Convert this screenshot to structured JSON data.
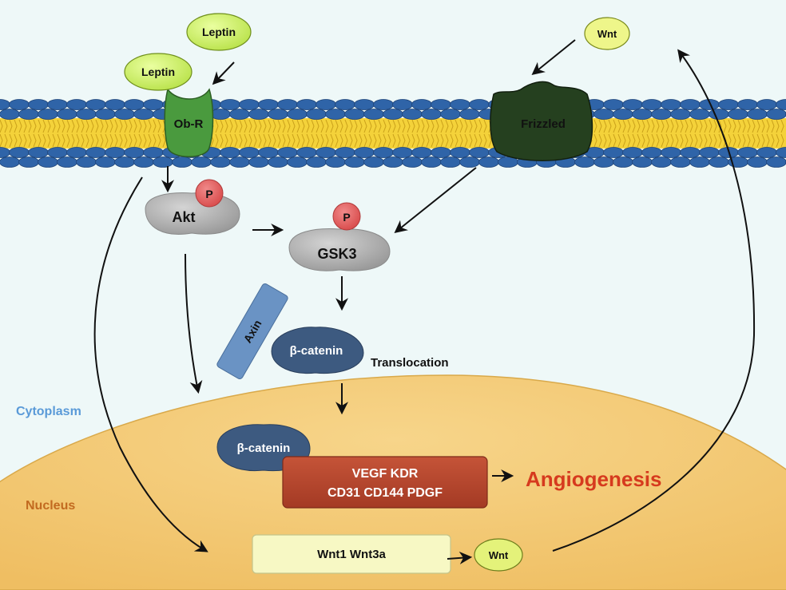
{
  "membrane": {
    "receptor_label": "Ob-R",
    "frizzled_label": "Frizzled"
  },
  "ligands": {
    "leptin_top": "Leptin",
    "leptin_bound": "Leptin",
    "wnt_top": "Wnt",
    "wnt_secreted": "Wnt"
  },
  "cytoplasm": {
    "region_label": "Cytoplasm",
    "akt_label": "Akt",
    "akt_phospho": "P",
    "gsk3_label": "GSK3",
    "gsk3_phospho": "P",
    "axin_label": "Axin",
    "beta_catenin_label": "β-catenin",
    "translocation_label": "Translocation"
  },
  "nucleus": {
    "region_label": "Nucleus",
    "beta_catenin_label": "β-catenin",
    "target_genes_line1": "VEGF KDR",
    "target_genes_line2": "CD31 CD144 PDGF",
    "outcome_label": "Angiogenesis",
    "wnt_genes_label": "Wnt1 Wnt3a"
  },
  "colors": {
    "background": "#eef8f8",
    "membrane_head": "#2f64a8",
    "membrane_tail": "#f4d23a",
    "ligand_fill": "#d6f26a",
    "receptor_fill": "#4a9a3e",
    "frizzled_fill": "#25401f",
    "kinase_fill": "#a9a9a9",
    "phospho_fill": "#e05656",
    "beta_catenin_fill": "#3d5a80",
    "axin_fill": "#6a93c4",
    "nucleus_fill": "#f2c772",
    "target_box_fill": "#b8442c",
    "wnt_box_fill": "#f7f8c4",
    "outcome_text": "#d63a1e",
    "cytoplasm_text": "#5a9ad8",
    "nucleus_text": "#c26a20"
  }
}
